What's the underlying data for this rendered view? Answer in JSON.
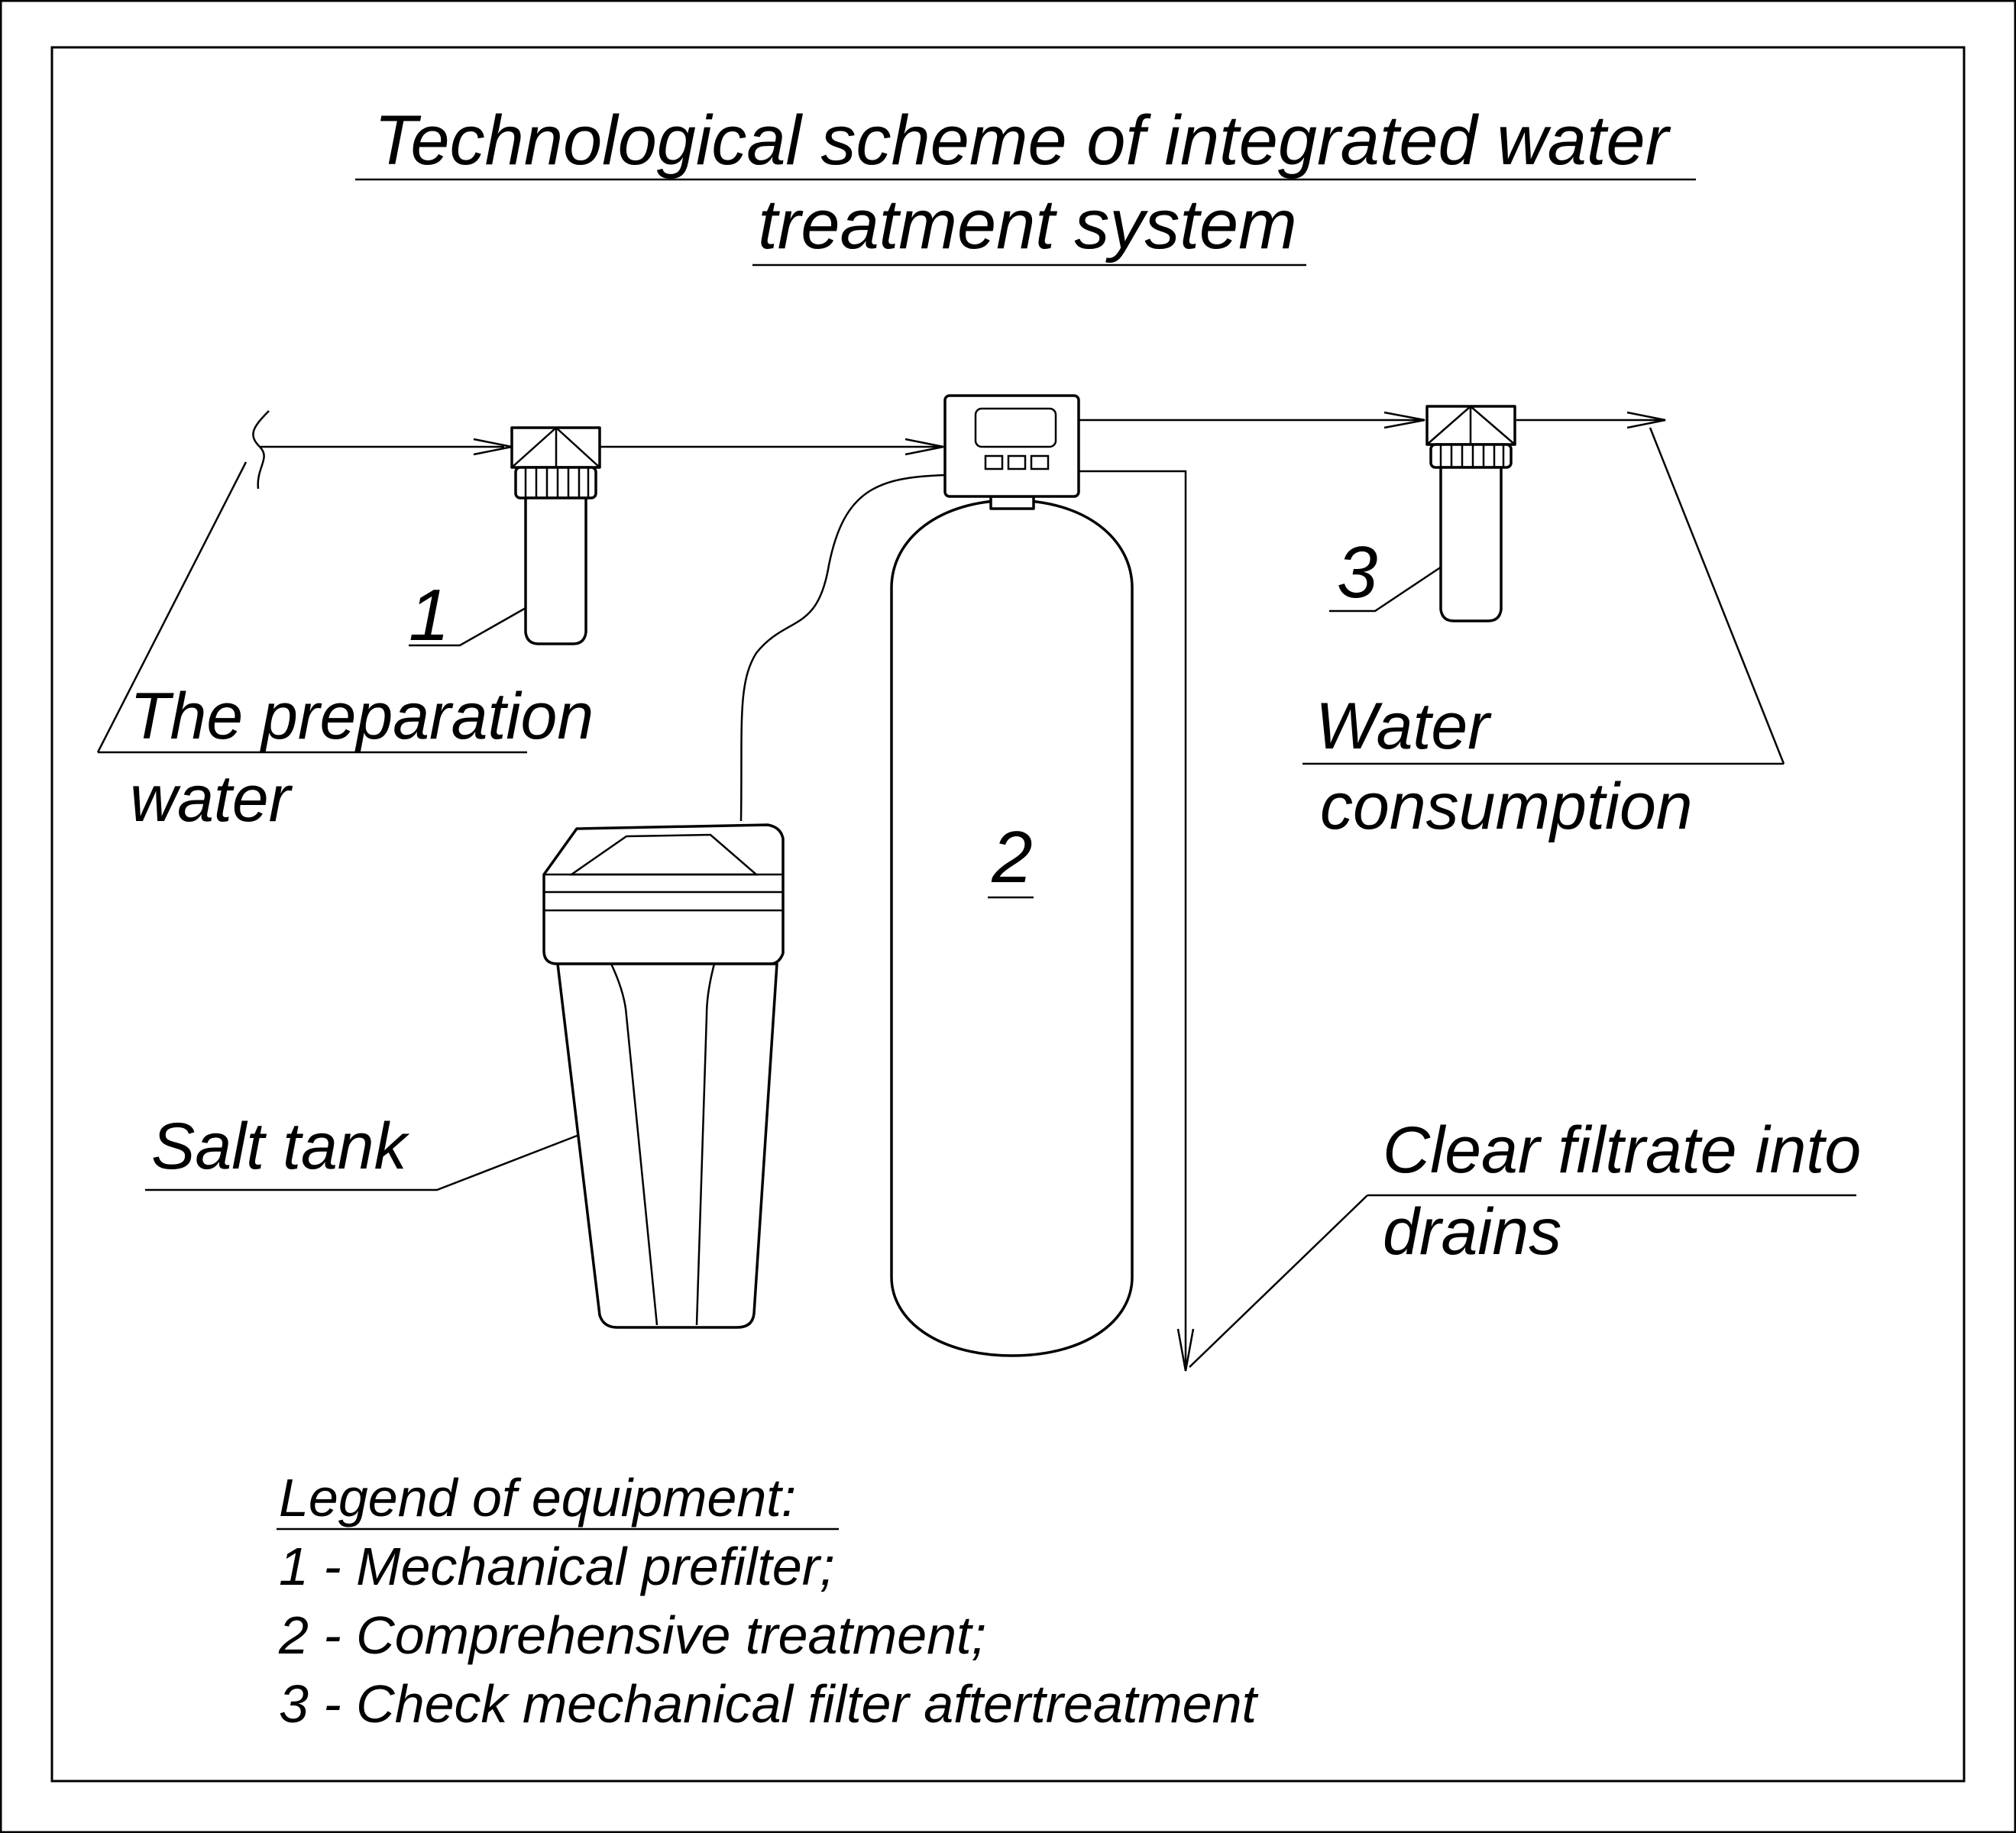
{
  "title": {
    "line1": "Technological scheme of integrated water",
    "line2": "treatment system"
  },
  "labels": {
    "preparation_line1": "The preparation",
    "preparation_line2": "water",
    "consumption_line1": "Water",
    "consumption_line2": "consumption",
    "salt_tank": "Salt tank",
    "drains_line1": "Clear filtrate into",
    "drains_line2": "drains"
  },
  "equipment_numbers": {
    "prefilter": "1",
    "comprehensive": "2",
    "aftertreatment": "3"
  },
  "legend": {
    "heading": "Legend of equipment:",
    "items": [
      "1 - Mechanical prefilter;",
      "2 - Comprehensive treatment;",
      "3 - Check mechanical filter aftertreatment"
    ]
  },
  "icons": {
    "prefilter": "cartridge-filter-icon",
    "softener": "pressure-vessel-icon",
    "control_valve": "control-head-icon",
    "salt_tank": "brine-tank-icon",
    "aftertreatment": "cartridge-filter-icon"
  }
}
